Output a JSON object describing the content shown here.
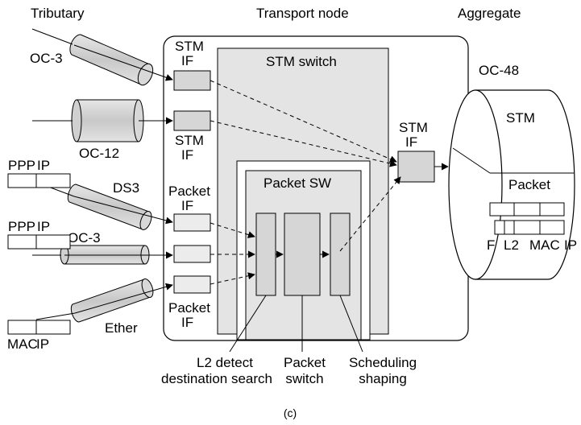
{
  "headers": {
    "tributary": "Tributary",
    "transport_node": "Transport node",
    "aggregate": "Aggregate"
  },
  "inputs": {
    "oc3_top": "OC-3",
    "oc12": "OC-12",
    "ds3": "DS3",
    "oc3_bottom": "OC-3",
    "ether": "Ether"
  },
  "frames": {
    "ppp_ip_1": [
      "PPP",
      "IP"
    ],
    "ppp_ip_2": [
      "PPP",
      "IP"
    ],
    "mac_ip": [
      "MAC",
      "IP"
    ]
  },
  "node": {
    "stm_if_line1": "STM",
    "stm_if_line2": "IF",
    "stm_switch": "STM switch",
    "packet_sw": "Packet SW",
    "packet_if_line1": "Packet",
    "packet_if_line2": "IF"
  },
  "aggregate": {
    "oc48": "OC-48",
    "stm": "STM",
    "packet": "Packet",
    "frame_fields": [
      "F",
      "L2",
      "MAC",
      "IP"
    ]
  },
  "functions": {
    "l2_detect_1": "L2 detect",
    "l2_detect_2": "destination search",
    "packet_switch_1": "Packet",
    "packet_switch_2": "switch",
    "scheduling_1": "Scheduling",
    "scheduling_2": "shaping"
  },
  "caption": "(c)",
  "colors": {
    "cylinder_fill": "#cfcfcf",
    "box_fill": "#d6d6d6",
    "line": "#000000",
    "background": "#ffffff"
  }
}
